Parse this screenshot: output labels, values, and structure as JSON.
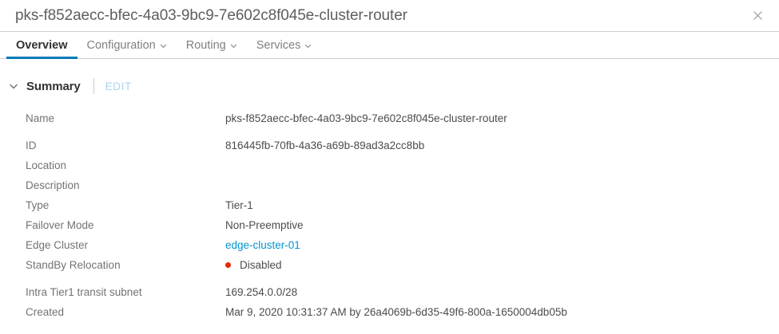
{
  "window": {
    "title": "pks-f852aecc-bfec-4a03-9bc9-7e602c8f045e-cluster-router",
    "close_icon": "close-icon"
  },
  "tabs": [
    {
      "label": "Overview",
      "active": true,
      "has_caret": false
    },
    {
      "label": "Configuration",
      "active": false,
      "has_caret": true
    },
    {
      "label": "Routing",
      "active": false,
      "has_caret": true
    },
    {
      "label": "Services",
      "active": false,
      "has_caret": true
    }
  ],
  "summary": {
    "chevron_icon": "chevron-down-icon",
    "title": "Summary",
    "edit_label": "EDIT"
  },
  "details": [
    {
      "label": "Name",
      "value": "pks-f852aecc-bfec-4a03-9bc9-7e602c8f045e-cluster-router",
      "type": "text",
      "gap_after": true
    },
    {
      "label": "ID",
      "value": "816445fb-70fb-4a36-a69b-89ad3a2cc8bb",
      "type": "text",
      "gap_after": false
    },
    {
      "label": "Location",
      "value": "",
      "type": "text",
      "gap_after": false
    },
    {
      "label": "Description",
      "value": "",
      "type": "text",
      "gap_after": false
    },
    {
      "label": "Type",
      "value": "Tier-1",
      "type": "text",
      "gap_after": false
    },
    {
      "label": "Failover Mode",
      "value": "Non-Preemptive",
      "type": "text",
      "gap_after": false
    },
    {
      "label": "Edge Cluster",
      "value": "edge-cluster-01",
      "type": "link",
      "gap_after": false
    },
    {
      "label": "StandBy Relocation",
      "value": "Disabled",
      "type": "status",
      "status_color": "#e62700",
      "gap_after": true
    },
    {
      "label": "Intra Tier1 transit subnet",
      "value": "169.254.0.0/28",
      "type": "text",
      "gap_after": false
    },
    {
      "label": "Created",
      "value": "Mar 9, 2020 10:31:37 AM by 26a4069b-6d35-49f6-800a-1650004db05b",
      "type": "text",
      "gap_after": false
    }
  ],
  "colors": {
    "accent": "#0079b8",
    "link": "#0095d3",
    "edit_disabled": "#a9d6ea",
    "danger": "#e62700",
    "border": "#cccccc"
  }
}
